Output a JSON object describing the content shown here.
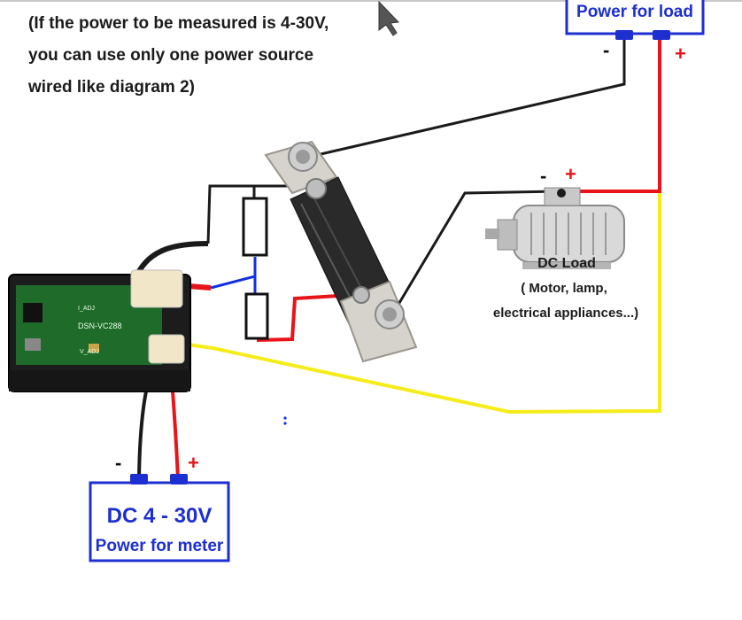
{
  "note": {
    "line1": "(If the power to be measured is 4-30V,",
    "line2": "you can use only one power source",
    "line3": "wired like diagram 2)"
  },
  "load_power_box": {
    "label": "Power for load",
    "minus": "-",
    "plus": "+"
  },
  "dc_load": {
    "title": "DC Load",
    "desc1": "( Motor, lamp,",
    "desc2": "electrical appliances...)",
    "minus": "-",
    "plus": "+"
  },
  "meter_power_box": {
    "title": "DC 4 - 30V",
    "subtitle": "Power for meter",
    "minus": "-",
    "plus": "+"
  },
  "meter_pcb": {
    "model": "DSN-VC288",
    "adj_i": "I_ADJ",
    "adj_v": "V_ADJ"
  },
  "colors": {
    "box_blue": "#1d2fd0",
    "wire_red": "#e8141a",
    "wire_yellow": "#f5ec1a",
    "wire_black": "#1a1a1a",
    "wire_blue": "#1030e0"
  }
}
